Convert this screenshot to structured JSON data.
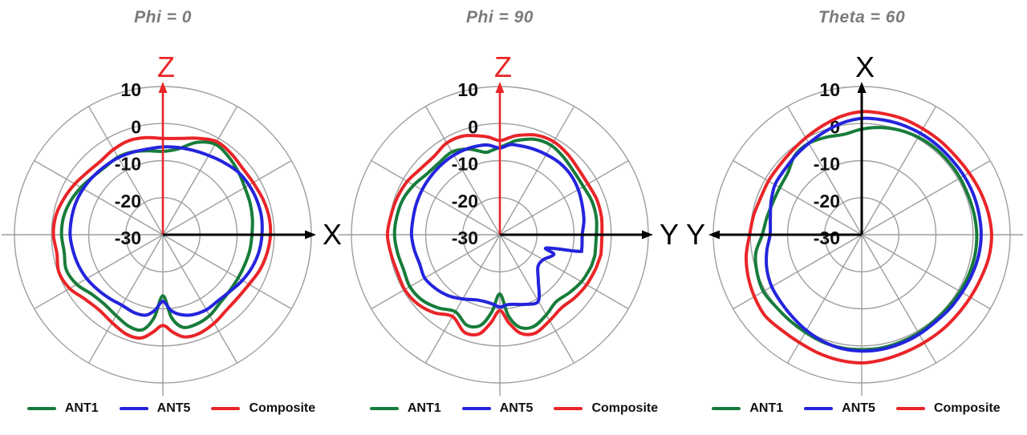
{
  "styles": {
    "background": "#ffffff",
    "title_color": "#7b7b7b",
    "tick_color": "#111111",
    "legend_text_color": "#111111"
  },
  "polar_grid": {
    "color": "#9e9e9e",
    "r_min_db": -30,
    "r_max_db": 10,
    "rings_db": [
      -20,
      -10,
      0,
      10
    ],
    "spoke_step_deg": 30,
    "tick_values_db": [
      10,
      0,
      -10,
      -20,
      -30
    ],
    "tick_labels": [
      "10",
      "0",
      "-10",
      "-20",
      "-30"
    ]
  },
  "chart_data": [
    {
      "type": "polar-line",
      "title": "Phi = 0",
      "radial_unit": "dB",
      "radial_range": [
        -30,
        10
      ],
      "axes": [
        {
          "direction": "up",
          "label": "Z",
          "color": "#e92528"
        },
        {
          "direction": "right",
          "label": "X",
          "color": "#000000"
        }
      ],
      "angles_deg": [
        0,
        10,
        20,
        30,
        40,
        50,
        60,
        70,
        80,
        90,
        100,
        110,
        120,
        130,
        140,
        150,
        160,
        170,
        180,
        190,
        200,
        210,
        220,
        230,
        240,
        250,
        258,
        264,
        270,
        276,
        282,
        290,
        300,
        310,
        320,
        330,
        340,
        350
      ],
      "series": [
        {
          "name": "ANT1",
          "color": "#177c3a",
          "values_db": [
            -6,
            -5.5,
            -5,
            -4.5,
            -3.5,
            -2.5,
            -1.8,
            -3.5,
            -6.5,
            -7.5,
            -7,
            -6.2,
            -5.8,
            -6,
            -5.5,
            -4.5,
            -3.5,
            -2.8,
            -2.7,
            -3,
            -2.3,
            -3.2,
            -5,
            -5.5,
            -4.8,
            -3.6,
            -3.8,
            -7.5,
            -13.5,
            -7.5,
            -4.5,
            -4.2,
            -4.8,
            -6,
            -6.5,
            -6.6,
            -6.5,
            -6.2
          ]
        },
        {
          "name": "ANT5",
          "color": "#2424dd",
          "values_db": [
            -3.3,
            -3,
            -3,
            -3.2,
            -3.6,
            -4.5,
            -5.3,
            -5.8,
            -6.1,
            -6.3,
            -6.5,
            -6.3,
            -6,
            -5.8,
            -5.5,
            -5.2,
            -5,
            -5,
            -5,
            -5.4,
            -5.8,
            -6.3,
            -7,
            -7.6,
            -8,
            -7.6,
            -7.8,
            -9.5,
            -12,
            -9.5,
            -8,
            -7,
            -6.6,
            -6.8,
            -6.3,
            -5.3,
            -4.4,
            -3.7
          ]
        },
        {
          "name": "Composite",
          "color": "#e92528",
          "values_db": [
            -1,
            -1,
            -1.4,
            -1.9,
            -2,
            -1.4,
            -1,
            -2.3,
            -3.6,
            -4,
            -3.4,
            -3,
            -3.4,
            -4,
            -3.6,
            -2.6,
            -1.6,
            -0.7,
            -0.5,
            -1,
            -0.2,
            -1,
            -2.8,
            -3.4,
            -2.6,
            -1.4,
            -1.5,
            -3.5,
            -5.5,
            -3.5,
            -1.8,
            -1.6,
            -2.4,
            -3.4,
            -3.6,
            -3.2,
            -2.2,
            -1.5
          ]
        }
      ]
    },
    {
      "type": "polar-line",
      "title": "Phi = 90",
      "radial_unit": "dB",
      "radial_range": [
        -30,
        10
      ],
      "axes": [
        {
          "direction": "up",
          "label": "Z",
          "color": "#e92528"
        },
        {
          "direction": "right",
          "label": "Y",
          "color": "#000000"
        }
      ],
      "angles_deg": [
        0,
        10,
        20,
        30,
        40,
        50,
        60,
        70,
        80,
        84,
        90,
        96,
        100,
        110,
        120,
        130,
        140,
        150,
        160,
        170,
        180,
        190,
        200,
        210,
        220,
        230,
        240,
        250,
        258,
        264,
        270,
        276,
        282,
        290,
        300,
        310,
        320,
        330,
        340,
        344,
        348,
        350
      ],
      "series": [
        {
          "name": "ANT1",
          "color": "#177c3a",
          "values_db": [
            -4,
            -3.6,
            -3.6,
            -4,
            -3.8,
            -3,
            -2.2,
            -2.6,
            -4.2,
            -5.2,
            -6.4,
            -7.2,
            -7.4,
            -5.4,
            -4.2,
            -4.6,
            -4.4,
            -3.2,
            -2.2,
            -1.8,
            -1.6,
            -2,
            -2.4,
            -2,
            -2.6,
            -4.2,
            -6,
            -4,
            -5,
            -9,
            -14,
            -8,
            -4.5,
            -3.6,
            -5,
            -6.4,
            -5.6,
            -4.6,
            -4,
            -3.9,
            -3.8,
            -3.9
          ]
        },
        {
          "name": "ANT5",
          "color": "#2424dd",
          "values_db": [
            -7.8,
            -7,
            -6.4,
            -5.6,
            -5,
            -4.8,
            -5,
            -5.2,
            -5.4,
            -5.6,
            -6.6,
            -5.8,
            -5.4,
            -5.2,
            -5.2,
            -5.4,
            -5.6,
            -5.8,
            -6,
            -6.2,
            -6.2,
            -6.6,
            -7,
            -6.6,
            -7.4,
            -8.5,
            -10,
            -11.3,
            -11.5,
            -11.2,
            -10.5,
            -11,
            -10.8,
            -10,
            -9.3,
            -13.9,
            -16.6,
            -16.5,
            -14.5,
            -17,
            -8.5,
            -7.6
          ]
        },
        {
          "name": "Composite",
          "color": "#e92528",
          "values_db": [
            -2.5,
            -2.2,
            -2.2,
            -2.6,
            -2.4,
            -1.6,
            -1,
            -1.4,
            -2.8,
            -3.6,
            -4.6,
            -3.6,
            -3,
            -1.6,
            -1.4,
            -2.4,
            -2.2,
            -1.2,
            -0.6,
            -0.2,
            0.3,
            -0.2,
            -0.6,
            -0.4,
            -1,
            -2.5,
            -4.5,
            -2,
            -2.6,
            -6,
            -9.5,
            -6,
            -2.8,
            -1.8,
            -3.2,
            -4.2,
            -3.6,
            -3,
            -2.6,
            -2.5,
            -2.3,
            -2.3
          ]
        }
      ]
    },
    {
      "type": "polar-line",
      "title": "Theta = 60",
      "radial_unit": "dB",
      "radial_range": [
        -30,
        10
      ],
      "axes": [
        {
          "direction": "up",
          "label": "X",
          "color": "#000000"
        },
        {
          "direction": "left",
          "label": "Y",
          "color": "#000000"
        }
      ],
      "angles_deg": [
        0,
        10,
        20,
        30,
        40,
        50,
        60,
        70,
        80,
        90,
        100,
        110,
        120,
        130,
        140,
        150,
        160,
        170,
        180,
        190,
        200,
        210,
        220,
        230,
        240,
        250,
        260,
        270,
        280,
        290,
        300,
        310,
        320,
        330,
        340,
        350
      ],
      "series": [
        {
          "name": "ANT1",
          "color": "#177c3a",
          "values_db": [
            1,
            0.8,
            0.6,
            0.6,
            0.6,
            0.6,
            0.4,
            0,
            -0.6,
            -1.5,
            -2.5,
            -2,
            -1.5,
            -2,
            -4,
            -4.5,
            -4.5,
            -4,
            -3.2,
            -1,
            0,
            0.6,
            0.2,
            0.2,
            0.4,
            0.8,
            1,
            1,
            1,
            0.8,
            0.6,
            0.4,
            0.4,
            0.6,
            0.8,
            1
          ]
        },
        {
          "name": "ANT5",
          "color": "#2424dd",
          "values_db": [
            2.2,
            2.1,
            2,
            1.8,
            1.6,
            1.6,
            1.6,
            1.6,
            1.5,
            1.4,
            0.6,
            -0.5,
            -1.5,
            -2.2,
            -2.8,
            -3,
            -4,
            -5,
            -5.3,
            -4,
            -2.8,
            -2,
            -1.6,
            -1,
            -0.2,
            0.6,
            1.2,
            1.4,
            1.4,
            1.2,
            1,
            0.8,
            1,
            1.2,
            1.6,
            2
          ]
        },
        {
          "name": "Composite",
          "color": "#e92528",
          "values_db": [
            5,
            4.6,
            4,
            3.4,
            3,
            3,
            3,
            3.2,
            3.2,
            3.2,
            2.4,
            1.2,
            0.2,
            -0.6,
            -1,
            -1,
            -1,
            -0.4,
            0.2,
            1.6,
            2.6,
            3.4,
            4,
            3.6,
            3.6,
            4,
            4.4,
            4.6,
            4.2,
            3.8,
            3.6,
            3.6,
            3.6,
            3.8,
            4.2,
            4.8
          ]
        }
      ]
    }
  ]
}
